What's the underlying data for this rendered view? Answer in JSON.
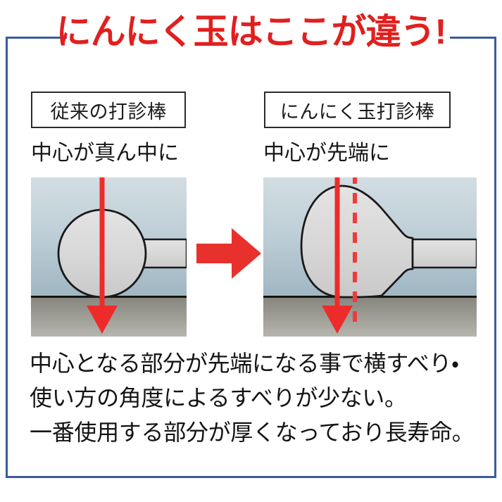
{
  "title": "にんにく玉はここが違う!",
  "colors": {
    "title_red": "#e0201f",
    "arrow_red": "#ee2b2b",
    "frame_blue": "#3a5ba0",
    "outline_black": "#1a1a1a",
    "panel_sky_top": "#ccd7dd",
    "panel_sky_bottom": "#9fb7c3",
    "panel_ground_top": "#8a8a84",
    "panel_ground_bottom": "#b2b2ab",
    "tool_body": "#d9d9d9"
  },
  "panels": {
    "left": {
      "label": "従来の打診棒",
      "caption": "中心が真ん中に",
      "shape": "sphere-head-probe",
      "arrow": "solid-red-down-arrow-through-center",
      "dashed_guide": false
    },
    "right": {
      "label": "にんにく玉打診棒",
      "caption": "中心が先端に",
      "shape": "garlic-bulb-head-probe",
      "arrow": "solid-red-down-arrow-at-tip",
      "dashed_guide": true
    }
  },
  "transition": {
    "icon": "right-arrow-icon",
    "label": "右向き矢印"
  },
  "body": {
    "lines": [
      "中心となる部分が先端になる事で横すべり・",
      "使い方の角度によるすべりが少ない。",
      "一番使用する部分が厚くなっており長寿命。"
    ]
  }
}
